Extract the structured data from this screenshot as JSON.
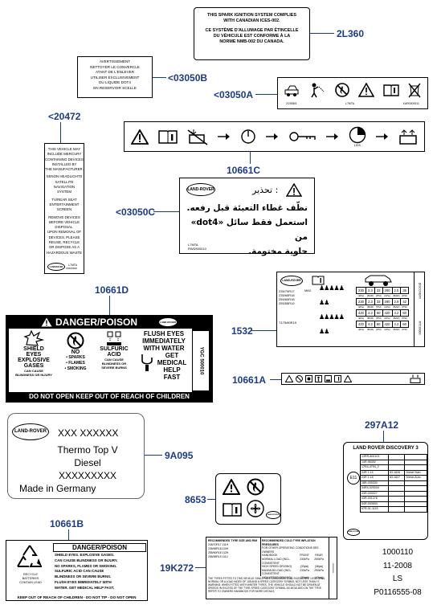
{
  "codes": {
    "c_2L360": "2L360",
    "c_03050B": "<03050B",
    "c_03050A": "<03050A",
    "c_20472": "<20472",
    "c_10661C": "10661C",
    "c_03050C": "<03050C",
    "c_10661D": "10661D",
    "c_1532": "1532",
    "c_10661A": "10661A",
    "c_297A12": "297A12",
    "c_9A095": "9A095",
    "c_8653": "8653",
    "c_10661B": "10661B",
    "c_19K272": "19K272"
  },
  "label_2L360": {
    "lines": [
      "THIS SPARK IGNITION SYSTEM COMPLIES",
      "WITH CANADIAN ICES-002.",
      "",
      "CE SYSTÈME D'ALLUMAGE PAR ÉTINCELLE",
      "DU VÉHICULE EST CONFORME À LA",
      "NORME NMB-002 DU CANADA."
    ]
  },
  "label_03050B": {
    "lines": [
      "AVERTISSEMENT",
      "NETTOYER LE CONVERCLE",
      "ATANT DE L'ENLEVER",
      "UTILISER EXCLUSIVEMENT",
      "DU LIQUIDE DOT4",
      "EN RESERVOIR SCELLE"
    ]
  },
  "label_03050A": {
    "foot_left": "2/2058/1",
    "foot_mid": "L7MTA",
    "foot_right": "XAR0000011"
  },
  "label_20472": {
    "lines": [
      "THIS VEHICLE MAY",
      "INCLUDE MERCURY",
      "CONTAINING DEVICES",
      "INSTALLED BY",
      "THE MANUFACTURER.",
      "",
      "XENON HEADLIGHTS",
      "SATELLITE NAVIGATION",
      "SYSTEM",
      "",
      "TV/REAR SEAT",
      "ENTERTAINMENT SCREEN",
      "",
      "REMOVE DEVICES",
      "BEFORE VEHICLE",
      "DISPOSAL.",
      "UPON REMOVAL OF",
      "DEVICES, PLEASE",
      "REUSE, RECYCLE",
      "OR DISPOSE AS A",
      "HAZARDOUS WASTE"
    ],
    "foot1": "L7MTA",
    "foot2": "xxxxxxxx"
  },
  "label_10661C": {
    "temp": "120S"
  },
  "label_03050C": {
    "heading": "تحذير :",
    "lines": [
      "نظّف غطاء التعبئة قبل رفعه.",
      "استعمل فقط سائل «dot4» من",
      "حاوية مختومة."
    ],
    "foot1": "L7MTA",
    "foot2": "RWD500010"
  },
  "label_10661D": {
    "title": "DANGER/POISON",
    "col1": [
      "SHIELD",
      "EYES",
      "EXPLOSIVE",
      "GASES",
      "CAN CAUSE",
      "BLINDNESS OR INJURY"
    ],
    "col2": [
      "NO",
      "• SPARKS",
      "• FLAMES",
      "• SMOKING"
    ],
    "col3": [
      "SULFURIC",
      "ACID",
      "CAN CAUSE",
      "BLINDNESS OR",
      "SEVERE BURNS"
    ],
    "col4": [
      "FLUSH EYES",
      "IMMEDIATELY",
      "WITH WATER",
      "GET",
      "MEDICAL",
      "HELP",
      "FAST"
    ],
    "side_code": "YGC 500010",
    "footer": "DO NOT OPEN KEEP OUT OF REACH OF CHILDREN"
  },
  "label_1532": {
    "tyres_a": [
      "235/70R17",
      "235/65R18",
      "255/60R18",
      "255/55R19"
    ],
    "tyres_b": "T175/80R19",
    "max": "MAX",
    "rows": [
      [
        "230",
        "2.3",
        "33",
        "250",
        "2.5",
        "36"
      ],
      [
        "230",
        "2.3",
        "33",
        "290",
        "2.9",
        "42"
      ],
      [
        "420",
        "4.2",
        "60",
        "420",
        "4.2",
        "60"
      ],
      [
        "420",
        "4.2",
        "60",
        "420",
        "4.2",
        "60"
      ]
    ],
    "unit_row": [
      "(kPa)",
      "(BAR)",
      "(PSI)",
      "(kPa)",
      "(BAR)",
      "(PSI)"
    ],
    "side1": "DISCOVERY",
    "side2": "RTC00000"
  },
  "label_9A095": {
    "lines": [
      "XXX XXXXXX",
      "Thermo Top V",
      "Diesel",
      "XXXXXXXXX",
      "Made in Germany"
    ]
  },
  "label_297A12": {
    "title": "LAND ROVER DISCOVERY 3",
    "e_mark": "E11",
    "rows": [
      [
        "13RR-800103",
        "",
        ""
      ],
      [
        "14R-96392",
        "",
        ""
      ],
      [
        "17R4-4794_2",
        "",
        ""
      ],
      [
        "24R 1.14",
        "83.1828",
        "Diesel Man."
      ],
      [
        "24R 1.18",
        "83.1827",
        "Diesel Auto."
      ],
      [
        "28R-030330",
        "",
        ""
      ],
      [
        "34R4-020034",
        "",
        ""
      ],
      [
        "43R-000027",
        "",
        ""
      ],
      [
        "43R-001276",
        "",
        ""
      ],
      [
        "64R-000694",
        "",
        ""
      ],
      [
        "67R-01-1115",
        "",
        ""
      ]
    ]
  },
  "label_10661B": {
    "title": "DANGER/POISON",
    "lines": [
      "SHIELD EYES. EXPLOSIVE GASES.",
      "CAN CAUSE BLINDNESS OR INJURY.",
      "NO SPARKS, FLAMES OR SMOKING.",
      "SULFURIC ACID CAN CAUSE",
      "BLINDNESS OR SEVERE BURNS.",
      "FLUSH EYES IMMEDIATELY WITH",
      "WATER. GET MEDICAL HELP FAST."
    ],
    "recycle_text": [
      "RECYCLE",
      "BATTERIES",
      "CONTAIN LEAD"
    ],
    "footer": "KEEP OUT OF REACH OF CHILDREN - DO NOT TIP - DO NOT OPEN"
  },
  "label_19K272": {
    "left_head": [
      "RECOMMENDED TYRE SIZE AND RIM",
      "235/70R17 111H",
      "235/65R18 110H",
      "255/60R18 112H",
      "255/55R19 111V"
    ],
    "right_head": [
      "RECOMMENDED COLD TYRE INFLATION PRESSURES",
      "FOR OTHER OPERATING CONDITIONS SEE OWNERS",
      "HANDBOOK"
    ],
    "cols": [
      "FRONT",
      "REAR"
    ],
    "rows": [
      [
        "NORMAL LOAD (INCL. CONSISTENT",
        "230kPa",
        "250kPa"
      ],
      [
        "HIGH SPEED DRIVING)",
        "(33psi)",
        "(36psi)"
      ],
      [
        "MAXIMUM LOAD (INCL. CONSISTENT",
        "230kPa",
        "290kPa"
      ],
      [
        "HIGH SPEED DRIVING)",
        "(33psi)",
        "(42psi)"
      ]
    ],
    "note": "THE TYRES FITTED TO THIS VEHICLE SHALL HAVE A MAXIMUM LOAD RATING NOT LESS THAN NORMAL OR A LOAD INDEX OF 108 AND A SPEED CATEGORY SYMBOL NOT LESS THAN 'H'. WARNING: WHEN FITTED WITH WINTER TYRES, THE VEHICLE SHOULD NOT BE DRIVEN AT SPEEDS IN EXCESS OF THE TYRE SPEED CATEGORY SYMBOL AS MOULDED ON THE TYRE. REFER TO OWNERS HANDBOOK FOR MORE DETAILS.",
    "side": "xxxxxxxx"
  },
  "land_rover": "LAND-ROVER",
  "footer_ref": {
    "line1": "1000110",
    "line2": "11-2008",
    "line3": "LS",
    "line4": "P0116555-08"
  }
}
